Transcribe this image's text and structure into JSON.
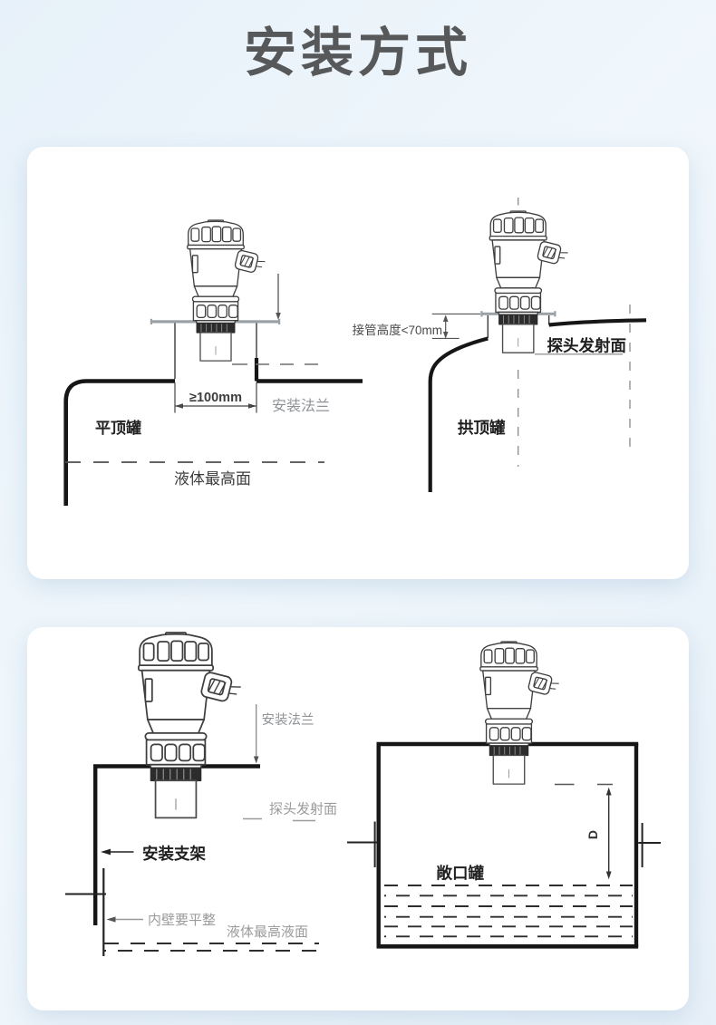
{
  "title": "安装方式",
  "colors": {
    "background": "#ebf3fa",
    "panel": "#ffffff",
    "title_text": "#57585a",
    "line_strong": "#161616",
    "line_thin": "#555555",
    "label_gray": "#8f9396",
    "label_dark": "#1f1f1f"
  },
  "diagrams": {
    "flat_top_tank": {
      "dim_label": "≥100mm",
      "flange_label": "安装法兰",
      "tank_label": "平顶罐",
      "liquid_label": "液体最高面"
    },
    "dome_top_tank": {
      "nozzle_label": "接管高度<70mm",
      "probe_face_label": "探头发射面",
      "tank_label": "拱顶罐"
    },
    "bracket_mount": {
      "flange_label": "安装法兰",
      "probe_face_label": "探头发射面",
      "bracket_label": "安装支架",
      "wall_label": "内壁要平整",
      "liquid_label": "液体最高液面"
    },
    "open_tank": {
      "tank_label": "敞口罐",
      "distance_label": "D"
    }
  }
}
